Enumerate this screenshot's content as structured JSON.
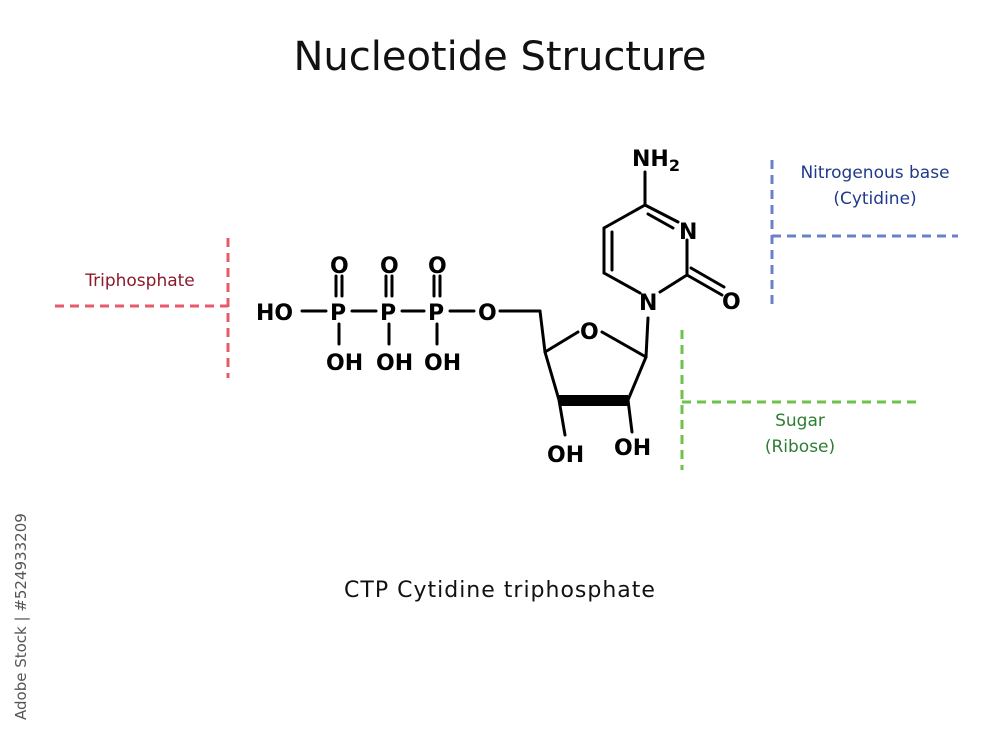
{
  "title": "Nucleotide Structure",
  "caption": "CTP Cytidine triphosphate",
  "watermark_side_text": "Adobe Stock | #524933209",
  "labels": {
    "triphosphate": {
      "text": "Triphosphate",
      "color": "#8b1a2b",
      "line_color": "#e85a6a"
    },
    "base": {
      "line1": "Nitrogenous base",
      "line2": "(Cytidine)",
      "color": "#1f3a8a",
      "line_color": "#6b80c8"
    },
    "sugar": {
      "line1": "Sugar",
      "line2": "(Ribose)",
      "color": "#2e7d32",
      "line_color": "#6cc24a"
    }
  },
  "atoms": {
    "ho_left": "HO",
    "p": "P",
    "o": "O",
    "oh": "OH",
    "nh2": "NH",
    "nh2_sub": "2",
    "n": "N"
  }
}
